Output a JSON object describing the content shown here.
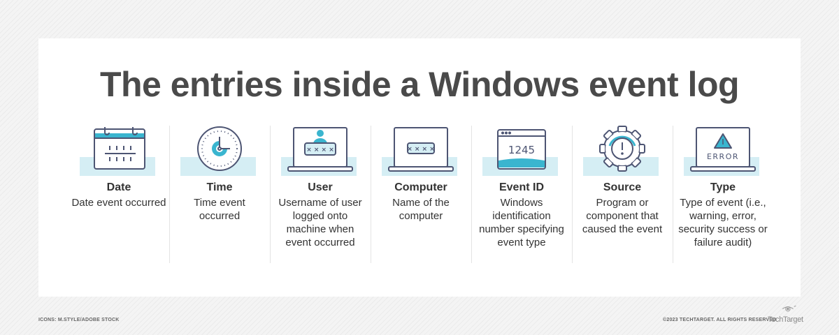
{
  "title": "The entries inside a Windows event log",
  "colors": {
    "accent": "#3ab5cf",
    "band": "#d5eef4",
    "stroke": "#4d5573"
  },
  "entries": [
    {
      "icon": "calendar-icon",
      "label": "Date",
      "desc": "Date event occurred"
    },
    {
      "icon": "clock-icon",
      "label": "Time",
      "desc": "Time event occurred"
    },
    {
      "icon": "user-login-icon",
      "label": "User",
      "desc": "Username of user logged onto machine when event occurred"
    },
    {
      "icon": "laptop-password-icon",
      "label": "Computer",
      "desc": "Name of the computer"
    },
    {
      "icon": "window-id-icon",
      "label": "Event ID",
      "desc": "Windows identification number specifying event type",
      "icon_text": "1245"
    },
    {
      "icon": "gear-alert-icon",
      "label": "Source",
      "desc": "Program or component that caused the event"
    },
    {
      "icon": "laptop-error-icon",
      "label": "Type",
      "desc": "Type of event (i.e., warning, error, security success or failure audit)",
      "icon_text": "ERROR"
    }
  ],
  "footer": {
    "credit": "ICONS: M.STYLE/ADOBE STOCK",
    "copyright": "©2023 TECHTARGET. ALL RIGHTS RESERVED",
    "logo": "TechTarget"
  }
}
